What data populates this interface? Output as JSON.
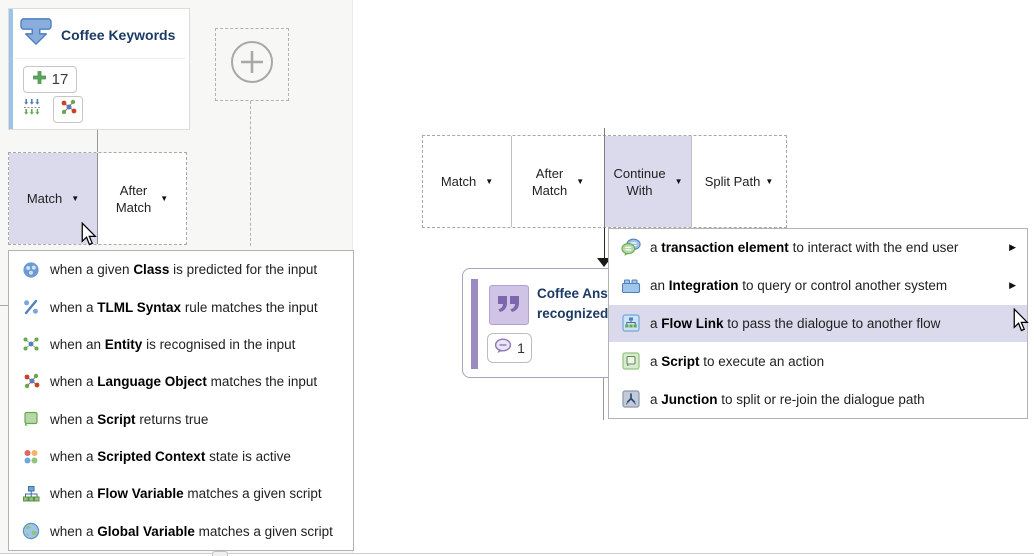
{
  "keywords_node": {
    "title": "Coffee Keywords",
    "count": "17"
  },
  "left_toolbar": {
    "caret": "▼",
    "match_label": "Match",
    "after_match_line1": "After",
    "after_match_line2": "Match"
  },
  "left_menu": {
    "items": [
      {
        "pre": "when a given ",
        "bold": "Class",
        "post": " is predicted for the input"
      },
      {
        "pre": "when a ",
        "bold": "TLML Syntax",
        "post": " rule matches the input"
      },
      {
        "pre": "when an ",
        "bold": "Entity",
        "post": " is recognised in the input"
      },
      {
        "pre": "when a ",
        "bold": "Language Object",
        "post": " matches the input"
      },
      {
        "pre": "when a ",
        "bold": "Script",
        "post": " returns true"
      },
      {
        "pre": "when a ",
        "bold": "Scripted Context",
        "post": " state is active"
      },
      {
        "pre": "when a ",
        "bold": "Flow Variable",
        "post": " matches a given script"
      },
      {
        "pre": "when a ",
        "bold": "Global Variable",
        "post": " matches a given script"
      }
    ]
  },
  "right_toolbar": {
    "caret": "▼",
    "match_label": "Match",
    "after_match_line1": "After",
    "after_match_line2": "Match",
    "continue_line1": "Continue",
    "continue_line2": "With",
    "split_path_label": "Split Path"
  },
  "answer_node": {
    "title_line1": "Coffee Answ",
    "title_line2": "recognized",
    "badge_count": "1"
  },
  "right_menu": {
    "submenu_arrow": "▶",
    "items": [
      {
        "pre": "a ",
        "bold": "transaction element",
        "post": " to interact with the end user"
      },
      {
        "pre": "an ",
        "bold": "Integration",
        "post": " to query or control another system"
      },
      {
        "pre": "a ",
        "bold": "Flow Link",
        "post": " to pass the dialogue to another flow"
      },
      {
        "pre": "a ",
        "bold": "Script",
        "post": " to execute an action"
      },
      {
        "pre": "a ",
        "bold": "Junction",
        "post": " to split or re-join the dialogue path"
      }
    ]
  },
  "colors": {
    "highlight_lavender": "#dbdaec",
    "title_navy": "#1c3a63",
    "canvas_gray": "#f7f7f5"
  }
}
